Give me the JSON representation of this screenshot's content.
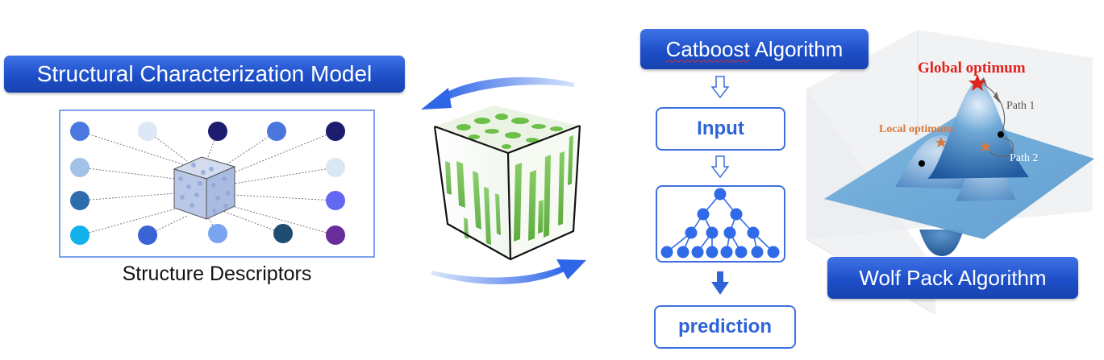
{
  "left_panel": {
    "title": "Structural Characterization Model",
    "caption": "Structure Descriptors",
    "descriptor_colors": [
      "#4a78de",
      "#dce8f5",
      "#1c1d6e",
      "#4b76de",
      "#1c1d6e",
      "#a3c2e6",
      "#d9e6f4",
      "#2d6cad",
      "#6466f4",
      "#13b1ec",
      "#3a63d4",
      "#7aa3f2",
      "#1f4d72",
      "#6a2c9a"
    ]
  },
  "flowchart": {
    "title": "Catboost Algorithm",
    "input_label": "Input",
    "output_label": "prediction"
  },
  "landscape": {
    "title": "Wolf Pack Algorithm",
    "global_label": "Global optimum",
    "local_label": "Local optimum",
    "path1_label": "Path 1",
    "path2_label": "Path 2",
    "global_color": "#e0221d",
    "local_color": "#d9783d"
  },
  "colors": {
    "banner_blue": "#2458d0",
    "arrow_blue": "#4a7ae6",
    "tree_node": "#2f6ae8",
    "fiber_green": "#6cc04a"
  }
}
